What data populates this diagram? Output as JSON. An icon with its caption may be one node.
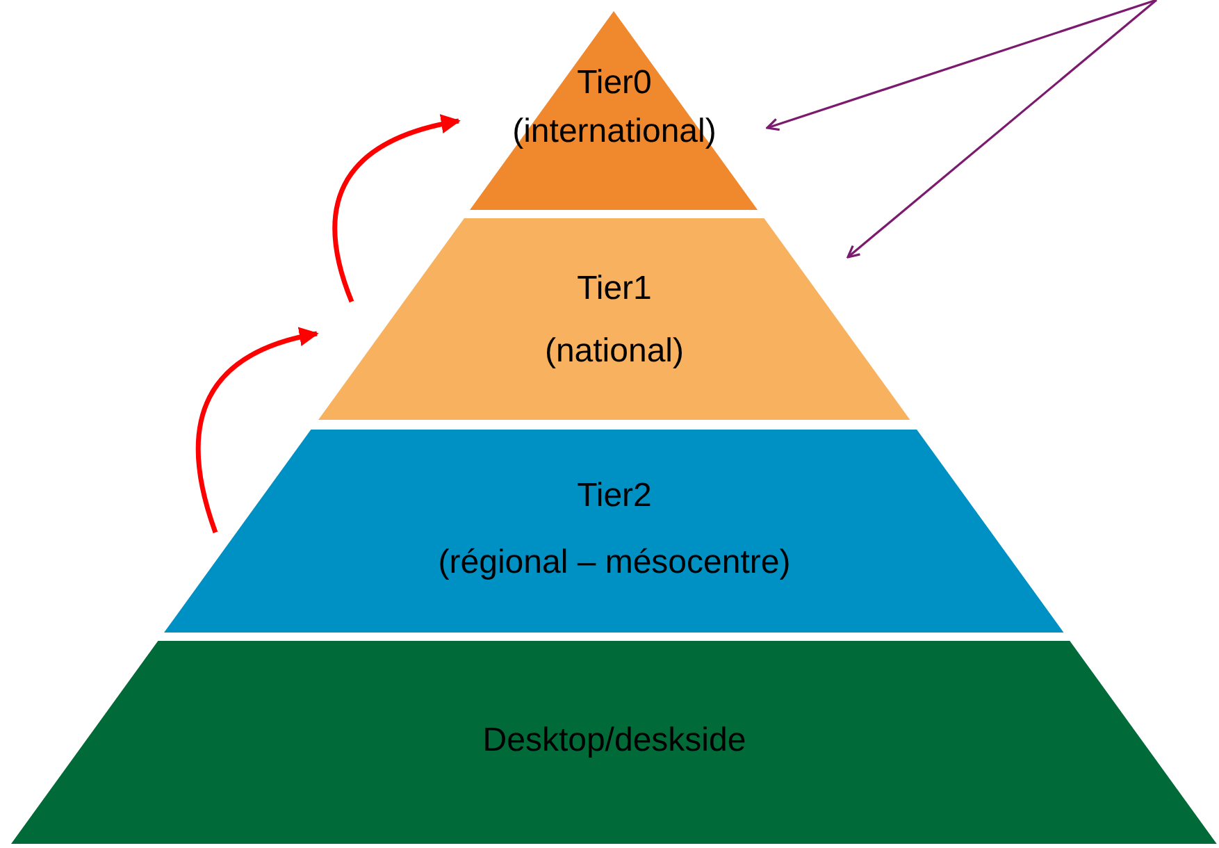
{
  "diagram": {
    "nodes": [
      {
        "text": [
          "Tier0",
          "(international)"
        ]
      },
      {
        "text": [
          "Tier1",
          "(national)"
        ]
      },
      {
        "text": [
          "Tier2",
          "(régional – mésocentre)"
        ]
      },
      {
        "text": [
          "Desktop/deskside"
        ]
      }
    ],
    "edges": [
      {
        "from": 2,
        "to": 1,
        "arrow": "to",
        "style": "thick",
        "color": "#ff0000"
      },
      {
        "from": 1,
        "to": 0,
        "arrow": "to",
        "style": "thick",
        "color": "#ff0000"
      },
      {
        "from": null,
        "to": 0,
        "arrow": "to",
        "color": "#7b1a6e"
      },
      {
        "from": null,
        "to": 1,
        "arrow": "to",
        "color": "#7b1a6e"
      }
    ]
  }
}
